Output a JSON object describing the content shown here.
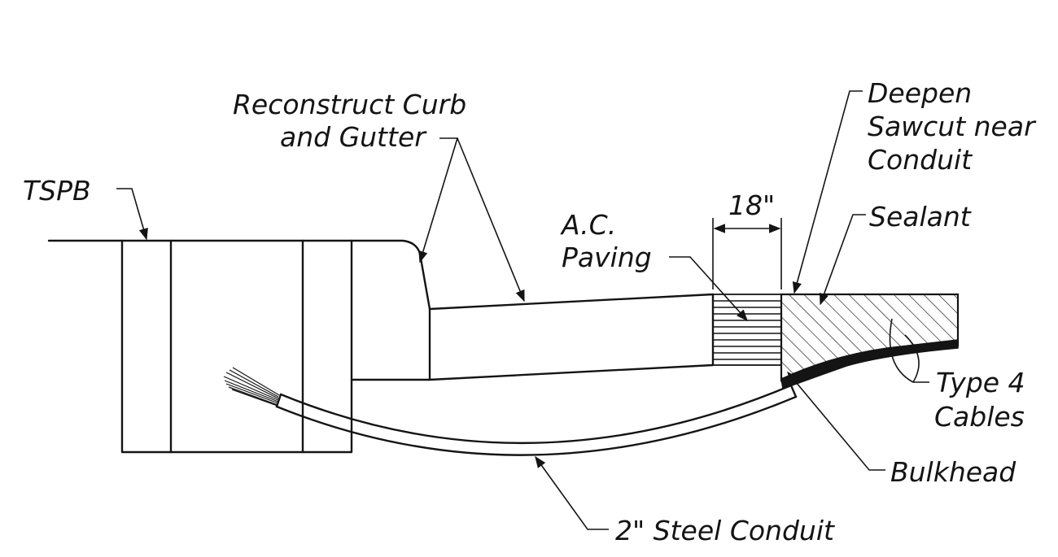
{
  "labels": {
    "tspb": "TSPB",
    "curb_line1": "Reconstruct Curb",
    "curb_line2": "and Gutter",
    "deepen_line1": "Deepen",
    "deepen_line2": "Sawcut near",
    "deepen_line3": "Conduit",
    "ac_line1": "A.C.",
    "ac_line2": "Paving",
    "dimension": "18\"",
    "sealant": "Sealant",
    "cables_line1": "Type 4",
    "cables_line2": "Cables",
    "bulkhead": "Bulkhead",
    "conduit": "2\" Steel Conduit"
  },
  "colors": {
    "ink": "#141414",
    "paper": "#ffffff"
  }
}
